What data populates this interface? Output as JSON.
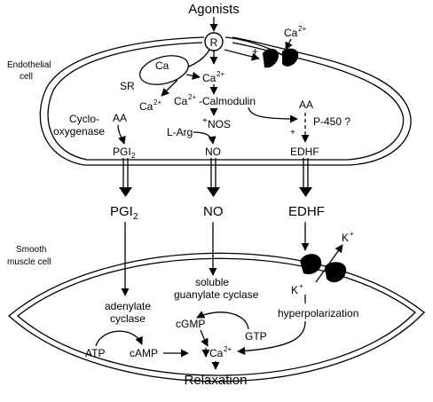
{
  "labels": {
    "agonists": "Agonists",
    "receptor": "R",
    "ca2_top": "Ca",
    "ca2_top_sup": "2+",
    "plus": "+",
    "endothelial_cell": "Endothelial",
    "endothelial_cell2": "cell",
    "sr": "SR",
    "ca_store": "Ca",
    "ca2_mid": "Ca",
    "ca2_mid_sup": "2+",
    "ca2_low": "Ca",
    "ca2_low_sup": "2+",
    "calmodulin_prefix": "Ca",
    "calmodulin_sup": "2+",
    "calmodulin_suffix": "-Calmodulin",
    "aa_left": "AA",
    "aa_right": "AA",
    "cyclooxygenase1": "Cyclo-",
    "cyclooxygenase2": "oxygenase",
    "l_arg": "L-Arg",
    "nos": "NOS",
    "nos_plus": "+",
    "p450": "P-450 ?",
    "p450_plus": "+",
    "pgi2_small": "PGI",
    "pgi2_small_sub": "2",
    "no_small": "NO",
    "edhf_small": "EDHF",
    "pgi2_big": "PGI",
    "pgi2_big_sub": "2",
    "no_big": "NO",
    "edhf_big": "EDHF",
    "smooth_muscle1": "Smooth",
    "smooth_muscle2": "muscle cell",
    "k_top": "K",
    "k_top_sup": "+",
    "k_bottom": "K",
    "k_bottom_sup": "+",
    "soluble1": "soluble",
    "soluble2": "guanylate cyclase",
    "adenylate1": "adenylate",
    "adenylate2": "cyclase",
    "hyperpolarization": "hyperpolarization",
    "cgmp": "cGMP",
    "gtp": "GTP",
    "atp": "ATP",
    "camp": "cAMP",
    "ca2_relax": "Ca",
    "ca2_relax_sup": "2+",
    "relaxation": "Relaxation"
  }
}
